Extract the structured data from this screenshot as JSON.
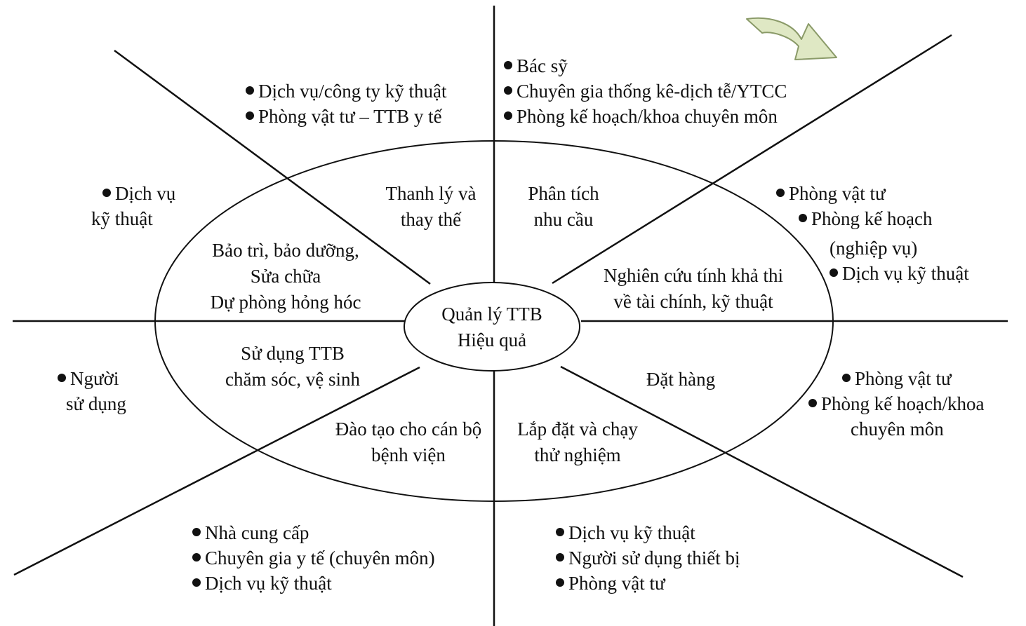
{
  "center": {
    "line1": "Quản lý TTB",
    "line2": "Hiệu quả"
  },
  "stages": {
    "thanh_ly": [
      "Thanh lý và",
      "thay thế"
    ],
    "phan_tich": [
      "Phân tích",
      "nhu cầu"
    ],
    "bao_tri": [
      "Bảo trì, bảo dưỡng,",
      "Sửa chữa",
      "Dự phòng hỏng hóc"
    ],
    "nghien_cuu": [
      "Nghiên cứu tính khả thi",
      "về tài chính, kỹ thuật"
    ],
    "su_dung": [
      "Sử dụng TTB",
      "chăm sóc, vệ sinh"
    ],
    "dat_hang": [
      "Đặt hàng"
    ],
    "dao_tao": [
      "Đào tạo cho cán bộ",
      "bệnh viện"
    ],
    "lap_dat": [
      "Lắp đặt và chạy",
      "thử nghiệm"
    ]
  },
  "actors": {
    "top_left": [
      "Dịch vụ/công ty kỹ thuật",
      "Phòng vật tư – TTB y tế"
    ],
    "top_right": [
      "Bác sỹ",
      "Chuyên gia thống kê-dịch tễ/YTCC",
      "Phòng kế hoạch/khoa chuyên môn"
    ],
    "left_upper": [
      "Dịch vụ",
      "kỹ thuật"
    ],
    "right_upper": [
      "Phòng vật tư",
      "Phòng kế hoạch",
      "(nghiệp vụ)",
      "Dịch vụ kỹ thuật"
    ],
    "left_lower": [
      "Người",
      "sử dụng"
    ],
    "right_lower": [
      "Phòng vật tư",
      "Phòng kế hoạch/khoa",
      "chuyên môn"
    ],
    "bottom_left": [
      "Nhà cung cấp",
      "Chuyên gia y tế (chuyên môn)",
      "Dịch vụ kỹ thuật"
    ],
    "bottom_right": [
      "Dịch vụ kỹ thuật",
      "Người sử dụng thiết bị",
      "Phòng vật tư"
    ]
  },
  "colors": {
    "line": "#111111",
    "arrow_fill": "#dfe8c4",
    "arrow_stroke": "#8a9a68"
  },
  "icons": {
    "direction": "curved-arrow-icon"
  }
}
